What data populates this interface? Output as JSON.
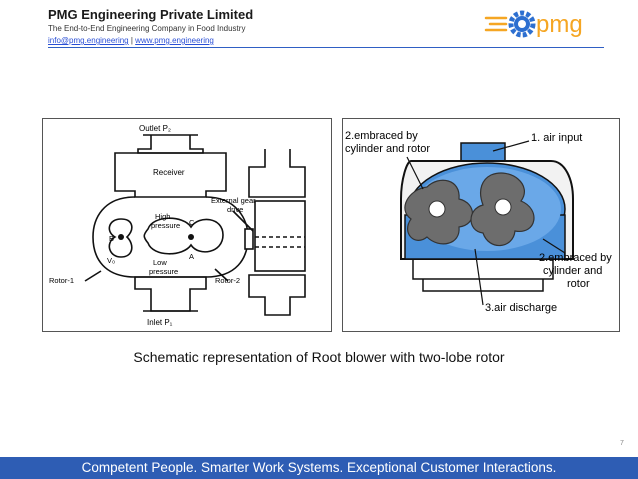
{
  "header": {
    "company": "PMG Engineering Private Limited",
    "tagline": "The End-to-End Engineering Company in Food Industry",
    "email": "info@pmg.engineering",
    "separator": "|",
    "website": "www.pmg.engineering",
    "logo_text": "pmg"
  },
  "left_diagram": {
    "outlet": "Outlet P₂",
    "receiver": "Receiver",
    "high_pressure_1": "High",
    "high_pressure_2": "pressure",
    "low_pressure_1": "Low",
    "low_pressure_2": "pressure",
    "label_b": "B",
    "label_c": "C",
    "label_a": "A",
    "label_vo": "V₀",
    "rotor1": "Rotor-1",
    "rotor2": "Rotor-2",
    "inlet": "Inlet P₁",
    "gear_1": "External gear",
    "gear_2": "drive"
  },
  "right_diagram": {
    "embraced_top_1": "2.embraced by",
    "embraced_top_2": "cylinder and rotor",
    "air_input": "1. air input",
    "embraced_right_1": "2.embraced by",
    "embraced_right_2": "cylinder and",
    "embraced_right_3": "rotor",
    "air_discharge": "3.air discharge"
  },
  "caption": "Schematic representation of Root blower with two-lobe rotor",
  "page_number": "7",
  "footer": "Competent People. Smarter Work Systems. Exceptional Customer Interactions.",
  "colors": {
    "brand_blue": "#2e5db4",
    "logo_orange": "#f5a623",
    "logo_blue": "#2d6fd0",
    "fluid_blue": "#4a90d9",
    "rotor_gray": "#6d6d6d"
  }
}
